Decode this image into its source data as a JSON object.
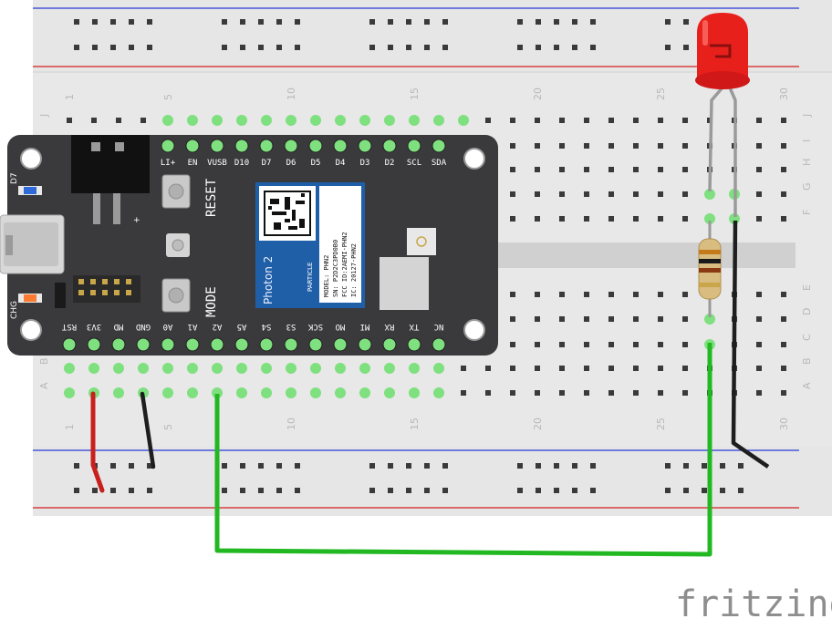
{
  "breadboard": {
    "column_numbers": [
      "1",
      "5",
      "10",
      "15",
      "20",
      "25",
      "30"
    ],
    "row_letters_top": [
      "J",
      "I",
      "H",
      "G",
      "F"
    ],
    "row_letters_bottom": [
      "E",
      "D",
      "C",
      "B",
      "A"
    ]
  },
  "board": {
    "top_pins": [
      "LI+",
      "EN",
      "VUSB",
      "D10",
      "D7",
      "D6",
      "D5",
      "D4",
      "D3",
      "D2",
      "SCL",
      "SDA"
    ],
    "bottom_pins": [
      "RST",
      "3V3",
      "MD",
      "GND",
      "A0",
      "A1",
      "A2",
      "A5",
      "S4",
      "S3",
      "SCK",
      "MO",
      "MI",
      "RX",
      "TX",
      "NC"
    ],
    "reset_label": "RESET",
    "mode_label": "MODE",
    "d7_label": "D7",
    "chg_label": "CHG",
    "module": {
      "brand": "Photon 2",
      "maker": "PARTICLE",
      "lines": [
        "MODEL: PHN2",
        "SN: P2D2C3PD0B0",
        "FCC ID:2AEMI-PHN2",
        "IC: 20127-PHN2"
      ]
    }
  },
  "watermark": "fritzing",
  "colors": {
    "red_wire": "#c8201c",
    "black_wire": "#1e1e1e",
    "green_wire": "#22b822",
    "led": "#e8201c",
    "board": "#3a3a3c",
    "module_blue": "#1f5fa8"
  }
}
